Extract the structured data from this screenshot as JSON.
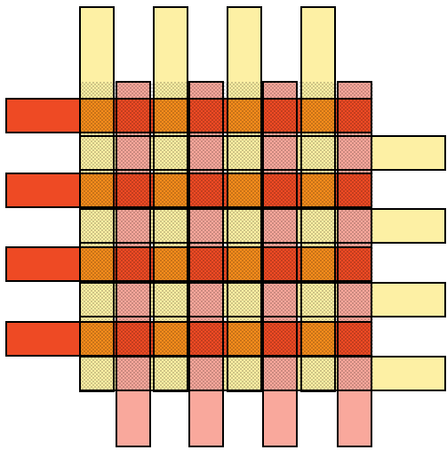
{
  "diagram": {
    "kind": "woven-strip-grid",
    "colors": {
      "light_yellow": "#FDF0A4",
      "salmon_pink": "#F9A89C",
      "red_orange": "#EE4A24",
      "orange_overlap": "#F58C1C",
      "outline": "#000000"
    },
    "strip_groups": [
      {
        "id": "vertical-yellow-strips",
        "orientation": "vertical",
        "count": 4,
        "color_key": "light_yellow"
      },
      {
        "id": "vertical-pink-strips",
        "orientation": "vertical",
        "count": 4,
        "color_key": "salmon_pink"
      },
      {
        "id": "horizontal-red-strips",
        "orientation": "horizontal",
        "count": 4,
        "color_key": "red_orange"
      },
      {
        "id": "horizontal-yellow-strips",
        "orientation": "horizontal",
        "count": 4,
        "color_key": "light_yellow"
      }
    ]
  }
}
